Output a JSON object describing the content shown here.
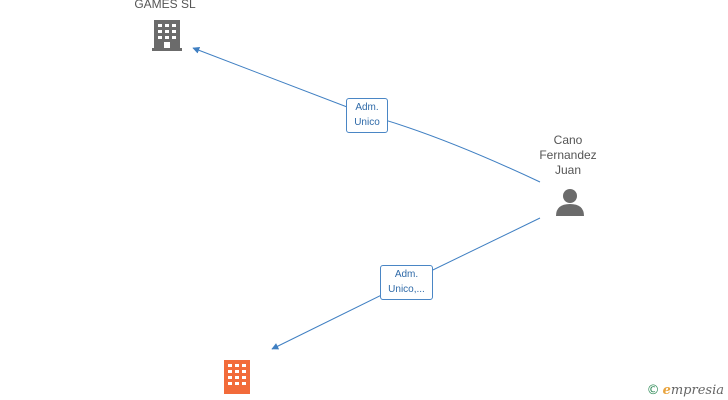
{
  "nodes": {
    "company_top": {
      "label": "GAMES  SL",
      "type": "company",
      "color": "#6b6b6b"
    },
    "person": {
      "label": "Cano\nFernandez\nJuan",
      "type": "person",
      "color": "#6b6b6b"
    },
    "company_bottom": {
      "label": "",
      "type": "company",
      "color": "#f26b3a"
    }
  },
  "edges": [
    {
      "from": "person",
      "to": "company_top",
      "label": "Adm.\nUnico"
    },
    {
      "from": "person",
      "to": "company_bottom",
      "label": "Adm.\nUnico,..."
    }
  ],
  "colors": {
    "edge": "#3f7fc2",
    "edge_label_border": "#4a86c5"
  },
  "brand": {
    "copyright_symbol": "©",
    "first_letter": "e",
    "rest": "mpresia"
  }
}
